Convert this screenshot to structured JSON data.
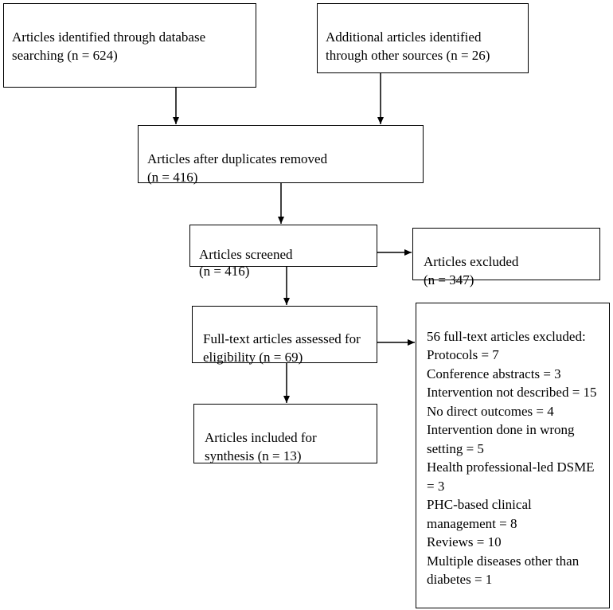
{
  "flow": {
    "identified_db": "Articles identified through database searching (n = 624)",
    "identified_other": "Additional articles identified through other sources (n = 26)",
    "after_duplicates": "Articles after duplicates removed\n(n = 416)",
    "screened": "Articles screened\n (n = 416)",
    "excluded": "Articles excluded\n(n = 347)",
    "full_text_assessed": "Full-text articles assessed for eligibility (n = 69)",
    "included": "Articles included for synthesis (n = 13)",
    "full_text_excluded": "56 full-text articles excluded:\nProtocols = 7\nConference abstracts = 3\nIntervention not described = 15\nNo direct outcomes = 4\nIntervention done in wrong setting = 5\nHealth professional-led DSME = 3\nPHC-based clinical management = 8\nReviews = 10\nMultiple diseases other than diabetes = 1"
  }
}
